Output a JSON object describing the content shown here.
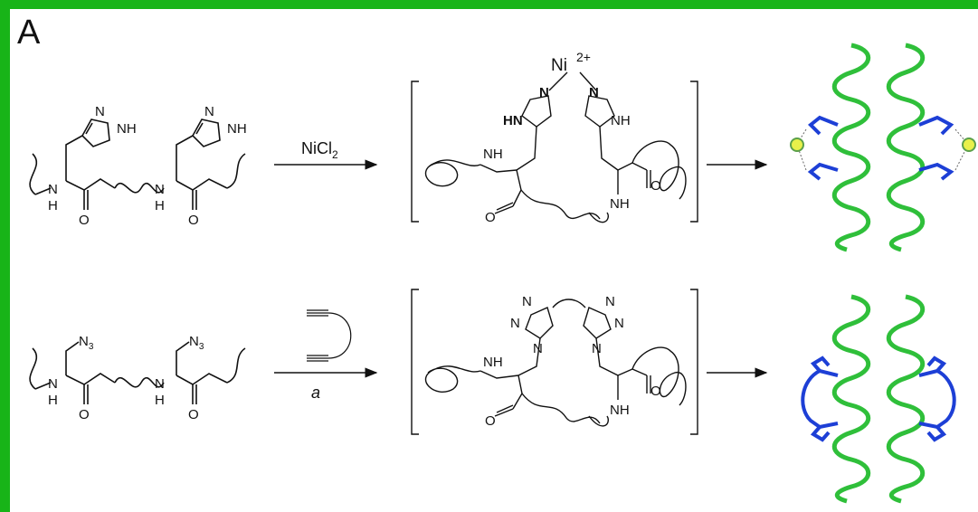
{
  "panel_label": "A",
  "colors": {
    "frame": "#18b418",
    "helix": "#2fbf3a",
    "linker": "#1d3fd6",
    "metal": "#e8f04a"
  },
  "top_row": {
    "reagent_main": "NiCl",
    "reagent_sub": "2",
    "metal_symbol": "Ni",
    "metal_charge": "2+",
    "reactant_labels": {
      "nh_imid_1": "NH",
      "n_imid_1": "N",
      "nh_imid_2": "NH",
      "n_imid_2": "N",
      "backbone_nh_1": "N",
      "backbone_h_1": "H",
      "backbone_nh_2": "N",
      "backbone_h_2": "H",
      "o_1": "O",
      "o_2": "O"
    },
    "complex_labels": {
      "n_left": "N",
      "hn_left": "HN",
      "n_right": "N",
      "nh_right": "NH",
      "nh_backbone_left": "NH",
      "nh_backbone_right": "NH",
      "o_left": "O",
      "o_right": "O"
    }
  },
  "bottom_row": {
    "reagent_label": "a",
    "azide_1": "N",
    "azide_1_sub": "3",
    "azide_2": "N",
    "azide_2_sub": "3",
    "reactant_labels": {
      "backbone_nh_1": "N",
      "backbone_h_1": "H",
      "backbone_nh_2": "N",
      "backbone_h_2": "H",
      "o_1": "O",
      "o_2": "O"
    },
    "product_labels": {
      "n1": "N",
      "n2": "N",
      "n3": "N",
      "n4": "N",
      "n5": "N",
      "n6": "N",
      "nh_backbone_left": "NH",
      "nh_backbone_right": "NH",
      "o_left": "O",
      "o_right": "O"
    }
  }
}
